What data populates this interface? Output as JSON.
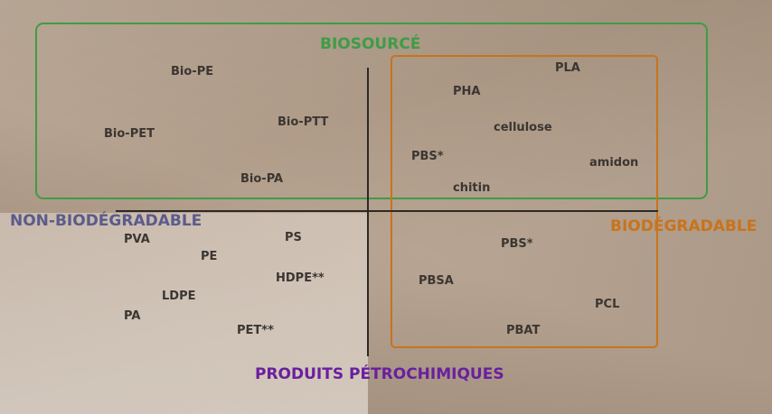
{
  "axes": {
    "top": "BIOSOURCÉ",
    "left": "NON-BIODÉGRADABLE",
    "right": "BIODÉGRADABLE",
    "bottom": "PRODUITS PÉTROCHIMIQUES"
  },
  "items": {
    "bio_pe": "Bio-PE",
    "bio_pet": "Bio-PET",
    "bio_ptt": "Bio-PTT",
    "bio_pa": "Bio-PA",
    "pla": "PLA",
    "pha": "PHA",
    "cellulose": "cellulose",
    "pbs_top": "PBS*",
    "amidon": "amidon",
    "chitin": "chitin",
    "pva": "PVA",
    "ps": "PS",
    "pe": "PE",
    "hdpe": "HDPE**",
    "ldpe": "LDPE",
    "pa": "PA",
    "pet": "PET**",
    "pbs_bottom": "PBS*",
    "pbsa": "PBSA",
    "pcl": "PCL",
    "pbat": "PBAT"
  },
  "colors": {
    "biosource": "#3f9c45",
    "biodegradable": "#c9731c",
    "non_biodegradable": "#5b5b8c",
    "petrochemical": "#6a1f9e"
  }
}
